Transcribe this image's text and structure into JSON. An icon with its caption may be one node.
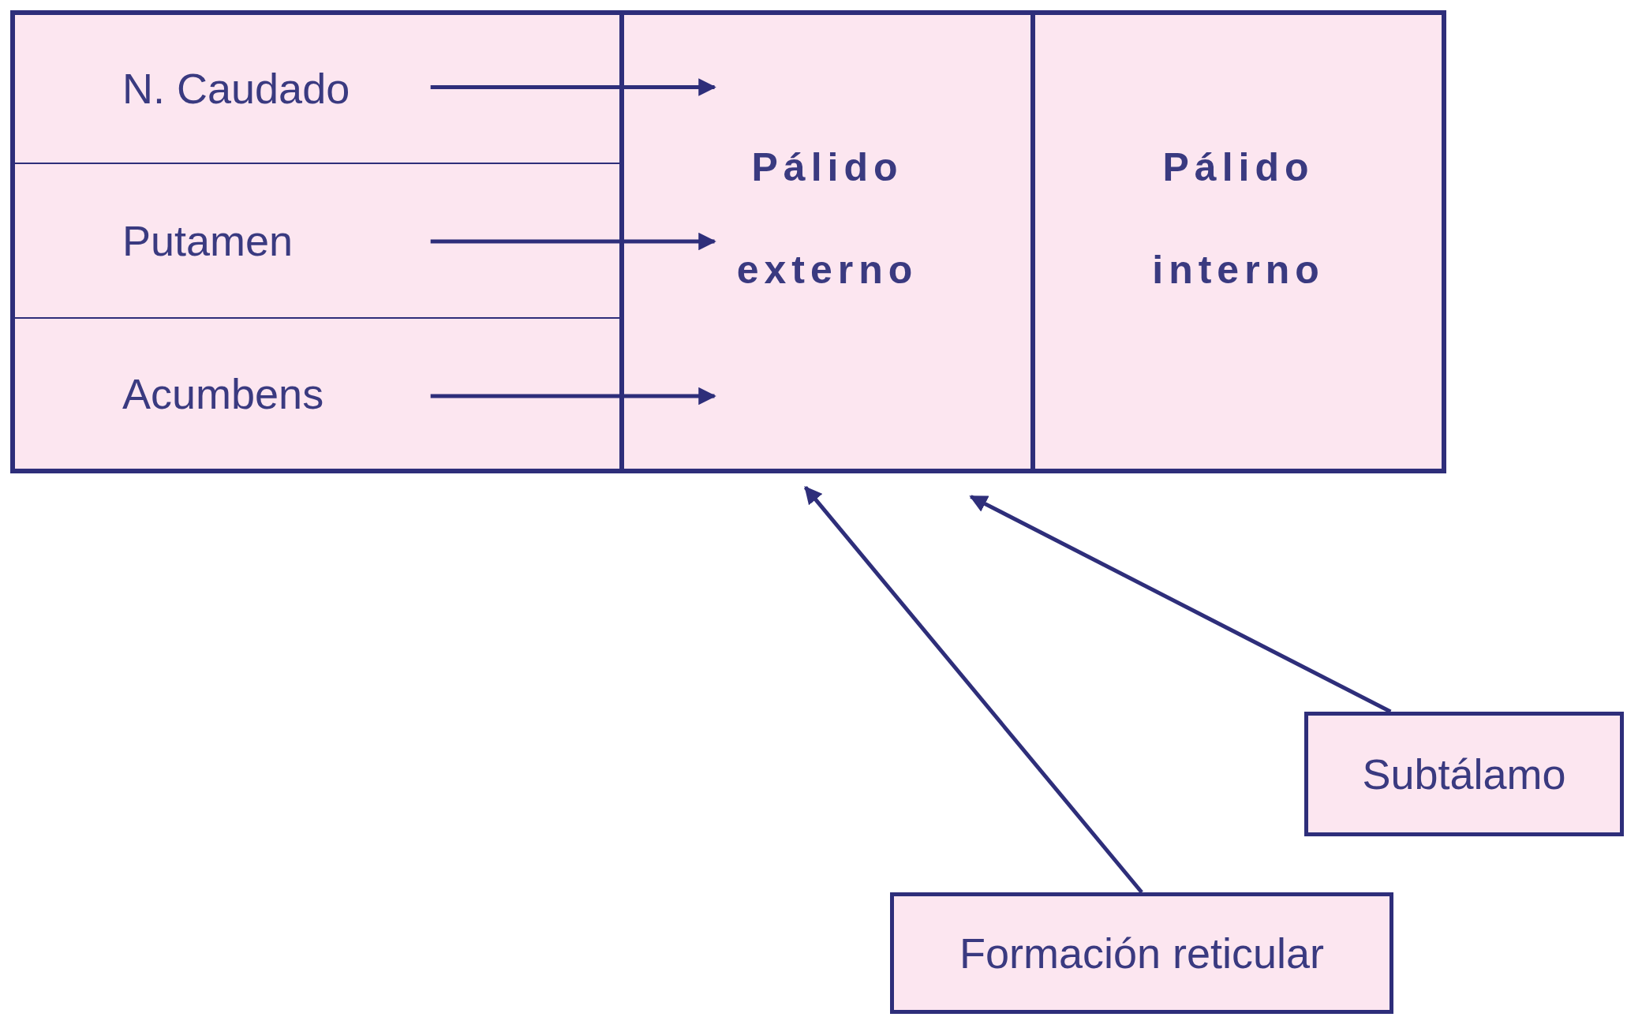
{
  "diagram": {
    "nodes": [
      {
        "text": [
          "N. Caudado"
        ]
      },
      {
        "text": [
          "Putamen"
        ]
      },
      {
        "text": [
          "Acumbens"
        ]
      },
      {
        "text": [
          "Pálido externo"
        ]
      },
      {
        "text": [
          "Pálido interno"
        ]
      },
      {
        "text": [
          "Subtálamo"
        ]
      },
      {
        "text": [
          "Formación reticular"
        ]
      }
    ],
    "edges": [
      {
        "from": 0,
        "to": 3,
        "arrow": "to"
      },
      {
        "from": 1,
        "to": 3,
        "arrow": "to"
      },
      {
        "from": 2,
        "to": 3,
        "arrow": "to"
      },
      {
        "from": 6,
        "to": 3,
        "arrow": "to"
      },
      {
        "from": 5,
        "to": 3,
        "arrow": "to"
      }
    ]
  }
}
